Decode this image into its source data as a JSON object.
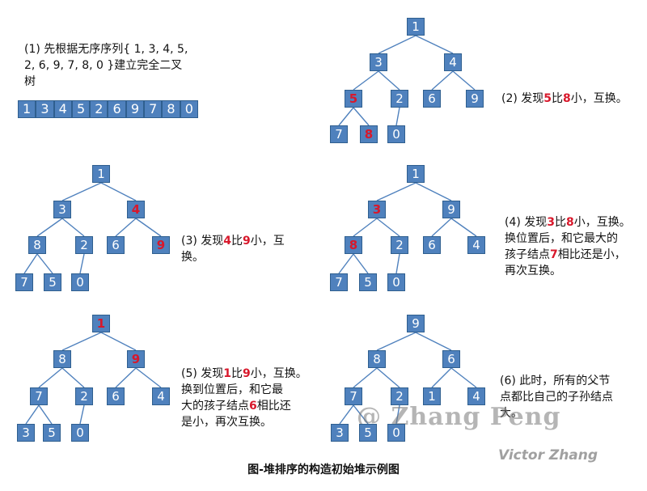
{
  "caption": "图-堆排序的构造初始堆示例图",
  "watermark": {
    "main": "@ Zhang Peng",
    "sub": "Victor Zhang"
  },
  "colors": {
    "node_fill": "#4f81bd",
    "node_border": "#2f5f8f",
    "highlight_text": "#d8182b",
    "edge": "#4f81bd"
  },
  "array": {
    "values": [
      "1",
      "3",
      "4",
      "5",
      "2",
      "6",
      "9",
      "7",
      "8",
      "0"
    ]
  },
  "steps": [
    {
      "id": "s1",
      "text": "(1) 先根据无序序列{ 1, 3, 4, 5,\n2, 6, 9, 7, 8, 0 }建立完全二叉\n树",
      "segments": [
        {
          "t": "(1) 先根据无序序列{ 1, 3, 4, 5,"
        },
        {
          "t": "\n2, 6, 9, 7, 8, 0 }建立完全二叉\n树"
        }
      ]
    },
    {
      "id": "s2",
      "segments": [
        {
          "t": "(2) 发现"
        },
        {
          "t": "5",
          "red": true
        },
        {
          "t": "比"
        },
        {
          "t": "8",
          "red": true
        },
        {
          "t": "小，互换。"
        }
      ]
    },
    {
      "id": "s3",
      "segments": [
        {
          "t": "(3) 发现"
        },
        {
          "t": "4",
          "red": true
        },
        {
          "t": "比"
        },
        {
          "t": "9",
          "red": true
        },
        {
          "t": "小，互\n换。"
        }
      ]
    },
    {
      "id": "s4",
      "segments": [
        {
          "t": "(4) 发现"
        },
        {
          "t": "3",
          "red": true
        },
        {
          "t": "比"
        },
        {
          "t": "8",
          "red": true
        },
        {
          "t": "小，互换。\n换位置后，和它最大的\n孩子结点"
        },
        {
          "t": "7",
          "red": true
        },
        {
          "t": "相比还是小，\n再次互换。"
        }
      ]
    },
    {
      "id": "s5",
      "segments": [
        {
          "t": "(5) 发现"
        },
        {
          "t": "1",
          "red": true
        },
        {
          "t": "比"
        },
        {
          "t": "9",
          "red": true
        },
        {
          "t": "小，互换。\n换到位置后，和它最\n大的孩子结点"
        },
        {
          "t": "6",
          "red": true
        },
        {
          "t": "相比还\n是小，再次互换。"
        }
      ]
    },
    {
      "id": "s6",
      "segments": [
        {
          "t": "(6) 此时，所有的父节\n点都比自己的子孙结点\n大。"
        }
      ]
    }
  ],
  "trees": [
    {
      "id": "tree-step2",
      "values": [
        "1",
        "3",
        "4",
        "5",
        "2",
        "6",
        "9",
        "7",
        "8",
        "0"
      ],
      "highlight": [
        3,
        8
      ]
    },
    {
      "id": "tree-step3",
      "values": [
        "1",
        "3",
        "4",
        "8",
        "2",
        "6",
        "9",
        "7",
        "5",
        "0"
      ],
      "highlight": [
        2,
        6
      ]
    },
    {
      "id": "tree-step4",
      "values": [
        "1",
        "3",
        "9",
        "8",
        "2",
        "6",
        "4",
        "7",
        "5",
        "0"
      ],
      "highlight": [
        1,
        3
      ]
    },
    {
      "id": "tree-step5",
      "values": [
        "1",
        "8",
        "9",
        "7",
        "2",
        "6",
        "4",
        "3",
        "5",
        "0"
      ],
      "highlight": [
        0,
        2
      ]
    },
    {
      "id": "tree-step6",
      "values": [
        "9",
        "8",
        "6",
        "7",
        "2",
        "1",
        "4",
        "3",
        "5",
        "0"
      ],
      "highlight": []
    }
  ]
}
